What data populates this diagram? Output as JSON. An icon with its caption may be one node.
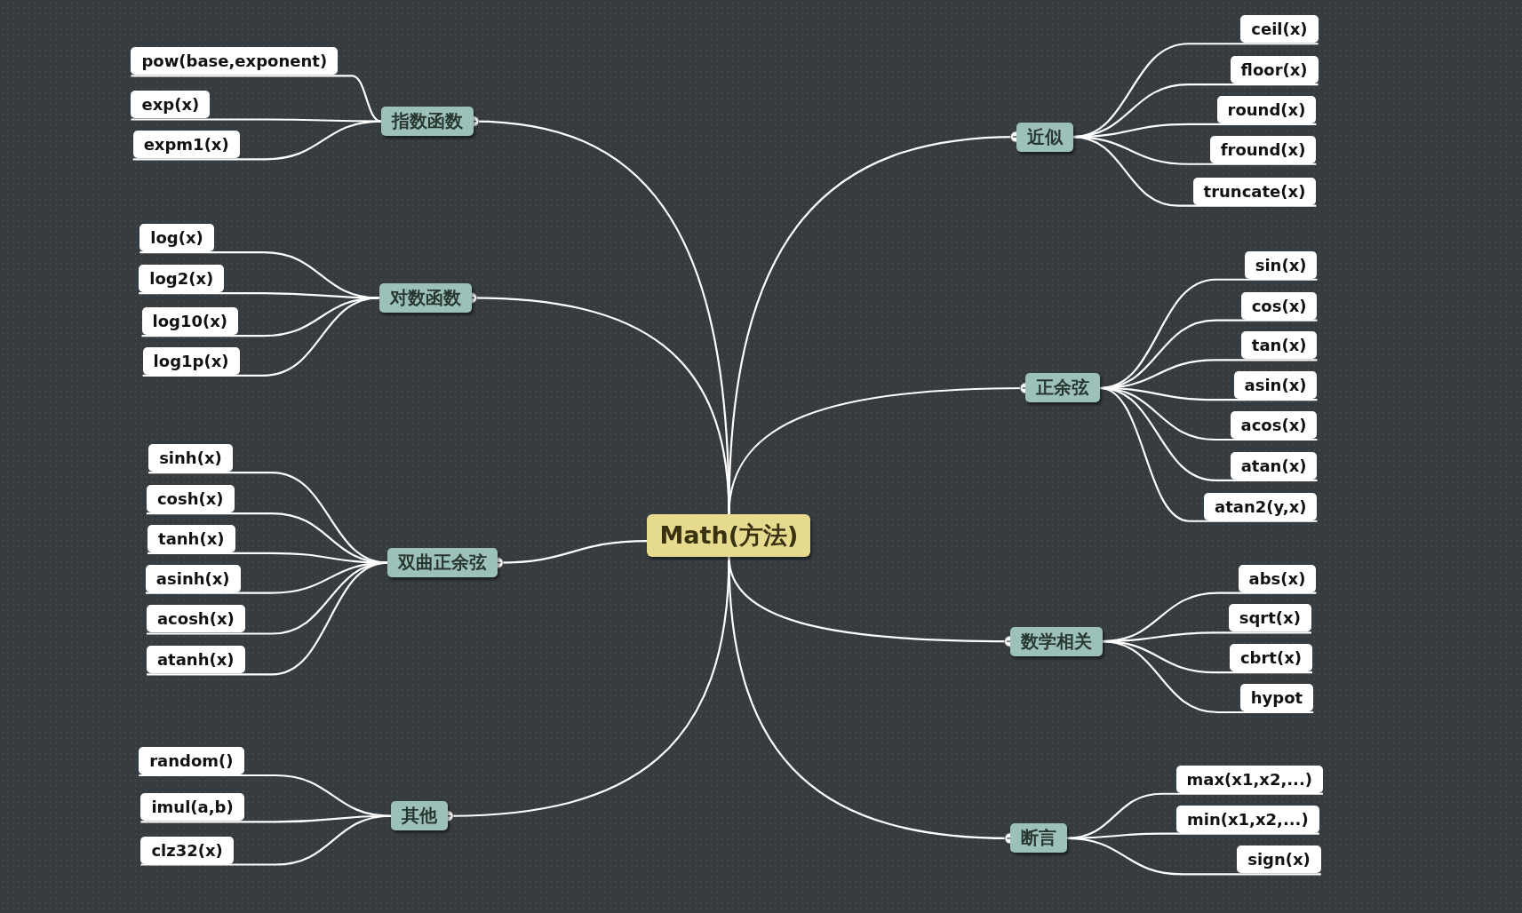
{
  "diagram": {
    "nodes": [
      {
        "text": [
          "Math(方法)"
        ]
      },
      {
        "text": [
          "指数函数"
        ]
      },
      {
        "text": [
          "pow(base,exponent)"
        ]
      },
      {
        "text": [
          "exp(x)"
        ]
      },
      {
        "text": [
          "expm1(x)"
        ]
      },
      {
        "text": [
          "对数函数"
        ]
      },
      {
        "text": [
          "log(x)"
        ]
      },
      {
        "text": [
          "log2(x)"
        ]
      },
      {
        "text": [
          "log10(x)"
        ]
      },
      {
        "text": [
          "log1p(x)"
        ]
      },
      {
        "text": [
          "双曲正余弦"
        ]
      },
      {
        "text": [
          "sinh(x)"
        ]
      },
      {
        "text": [
          "cosh(x)"
        ]
      },
      {
        "text": [
          "tanh(x)"
        ]
      },
      {
        "text": [
          "asinh(x)"
        ]
      },
      {
        "text": [
          "acosh(x)"
        ]
      },
      {
        "text": [
          "atanh(x)"
        ]
      },
      {
        "text": [
          "其他"
        ]
      },
      {
        "text": [
          "random()"
        ]
      },
      {
        "text": [
          "imul(a,b)"
        ]
      },
      {
        "text": [
          "clz32(x)"
        ]
      },
      {
        "text": [
          "近似"
        ]
      },
      {
        "text": [
          "ceil(x)"
        ]
      },
      {
        "text": [
          "floor(x)"
        ]
      },
      {
        "text": [
          "round(x)"
        ]
      },
      {
        "text": [
          "fround(x)"
        ]
      },
      {
        "text": [
          "truncate(x)"
        ]
      },
      {
        "text": [
          "正余弦"
        ]
      },
      {
        "text": [
          "sin(x)"
        ]
      },
      {
        "text": [
          "cos(x)"
        ]
      },
      {
        "text": [
          "tan(x)"
        ]
      },
      {
        "text": [
          "asin(x)"
        ]
      },
      {
        "text": [
          "acos(x)"
        ]
      },
      {
        "text": [
          "atan(x)"
        ]
      },
      {
        "text": [
          "atan2(y,x)"
        ]
      },
      {
        "text": [
          "数学相关"
        ]
      },
      {
        "text": [
          "abs(x)"
        ]
      },
      {
        "text": [
          "sqrt(x)"
        ]
      },
      {
        "text": [
          "cbrt(x)"
        ]
      },
      {
        "text": [
          "hypot"
        ]
      },
      {
        "text": [
          "断言"
        ]
      },
      {
        "text": [
          "max(x1,x2,...)"
        ]
      },
      {
        "text": [
          "min(x1,x2,...)"
        ]
      },
      {
        "text": [
          "sign(x)"
        ]
      }
    ],
    "edges": [
      {
        "from": 0,
        "to": 1,
        "arrow": "other"
      },
      {
        "from": 1,
        "to": 2,
        "arrow": "none"
      },
      {
        "from": 1,
        "to": 3,
        "arrow": "none"
      },
      {
        "from": 1,
        "to": 4,
        "arrow": "none"
      },
      {
        "from": 0,
        "to": 5,
        "arrow": "other"
      },
      {
        "from": 5,
        "to": 6,
        "arrow": "none"
      },
      {
        "from": 5,
        "to": 7,
        "arrow": "none"
      },
      {
        "from": 5,
        "to": 8,
        "arrow": "none"
      },
      {
        "from": 5,
        "to": 9,
        "arrow": "none"
      },
      {
        "from": 0,
        "to": 10,
        "arrow": "other"
      },
      {
        "from": 10,
        "to": 11,
        "arrow": "none"
      },
      {
        "from": 10,
        "to": 12,
        "arrow": "none"
      },
      {
        "from": 10,
        "to": 13,
        "arrow": "none"
      },
      {
        "from": 10,
        "to": 14,
        "arrow": "none"
      },
      {
        "from": 10,
        "to": 15,
        "arrow": "none"
      },
      {
        "from": 10,
        "to": 16,
        "arrow": "none"
      },
      {
        "from": 0,
        "to": 17,
        "arrow": "other"
      },
      {
        "from": 17,
        "to": 18,
        "arrow": "none"
      },
      {
        "from": 17,
        "to": 19,
        "arrow": "none"
      },
      {
        "from": 17,
        "to": 20,
        "arrow": "none"
      },
      {
        "from": 0,
        "to": 21,
        "arrow": "other"
      },
      {
        "from": 21,
        "to": 22,
        "arrow": "none"
      },
      {
        "from": 21,
        "to": 23,
        "arrow": "none"
      },
      {
        "from": 21,
        "to": 24,
        "arrow": "none"
      },
      {
        "from": 21,
        "to": 25,
        "arrow": "none"
      },
      {
        "from": 21,
        "to": 26,
        "arrow": "none"
      },
      {
        "from": 0,
        "to": 27,
        "arrow": "other"
      },
      {
        "from": 27,
        "to": 28,
        "arrow": "none"
      },
      {
        "from": 27,
        "to": 29,
        "arrow": "none"
      },
      {
        "from": 27,
        "to": 30,
        "arrow": "none"
      },
      {
        "from": 27,
        "to": 31,
        "arrow": "none"
      },
      {
        "from": 27,
        "to": 32,
        "arrow": "none"
      },
      {
        "from": 27,
        "to": 33,
        "arrow": "none"
      },
      {
        "from": 27,
        "to": 34,
        "arrow": "none"
      },
      {
        "from": 0,
        "to": 35,
        "arrow": "other"
      },
      {
        "from": 35,
        "to": 36,
        "arrow": "none"
      },
      {
        "from": 35,
        "to": 37,
        "arrow": "none"
      },
      {
        "from": 35,
        "to": 38,
        "arrow": "none"
      },
      {
        "from": 35,
        "to": 39,
        "arrow": "none"
      },
      {
        "from": 0,
        "to": 40,
        "arrow": "other"
      },
      {
        "from": 40,
        "to": 41,
        "arrow": "none"
      },
      {
        "from": 40,
        "to": 42,
        "arrow": "none"
      },
      {
        "from": 40,
        "to": 43,
        "arrow": "none"
      }
    ]
  }
}
